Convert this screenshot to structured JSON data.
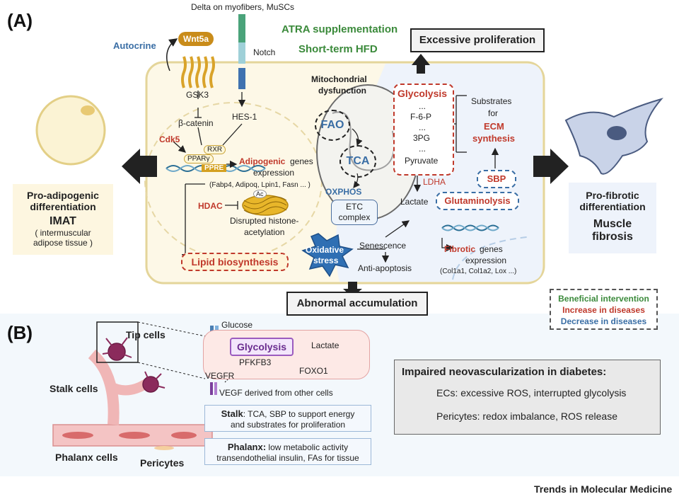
{
  "panel_a": {
    "label": "(A)",
    "top_source": "Delta on myofibers, MuSCs",
    "autocrine": "Autocrine",
    "wnt5a": "Wnt5a",
    "notch": "Notch",
    "atra": "ATRA supplementation",
    "short_hfd": "Short-term HFD",
    "excessive_proliferation": "Excessive proliferation",
    "gsk3": "GSK3",
    "beta_catenin": "β-catenin",
    "hes1": "HES-1",
    "cdk5": "Cdk5",
    "rxr": "RXR",
    "ppar": "PPARγ",
    "ppre": "PPRE",
    "adipogenic": "Adipogenic",
    "genes_1": "genes",
    "expression_1": "expression",
    "adipo_genes_list": "(Fabp4, Adipoq, Lpin1, Fasn ... )",
    "hdac": "HDAC",
    "ac": "Ac",
    "disrupted": "Disrupted histone-",
    "acetylation": "acetylation",
    "lipid": "Lipid biosynthesis",
    "mito_1": "Mitochondrial",
    "mito_2": "dysfunction",
    "fao": "FAO",
    "tca": "TCA",
    "oxphos": "OXPHOS",
    "etc_1": "ETC",
    "etc_2": "complex",
    "oxidative_1": "Oxidative",
    "oxidative_2": "stress",
    "senescence": "Senescence",
    "anti_apoptosis": "Anti-apoptosis",
    "glycolysis": "Glycolysis",
    "dots_1": "...",
    "f6p": "F-6-P",
    "dots_2": "...",
    "pg3": "3PG",
    "dots_3": "...",
    "pyruvate": "Pyruvate",
    "ldha": "LDHA",
    "lactate": "Lactate",
    "substrates_1": "Substrates",
    "substrates_2": "for",
    "ecm_1": "ECM",
    "ecm_2": "synthesis",
    "sbp": "SBP",
    "glutaminolysis": "Glutaminolysis",
    "fibrotic": "Fibrotic",
    "genes_2": "genes",
    "expression_2": "expression",
    "fibro_genes_list": "(Col1a1, Col1a2, Lox ...)",
    "abnormal": "Abnormal accumulation",
    "left_1": "Pro-adipogenic",
    "left_2": "differentiation",
    "imat": "IMAT",
    "imat_sub_1": "( intermuscular",
    "imat_sub_2": "adipose tissue )",
    "right_1": "Pro-fibrotic",
    "right_2": "differentiation",
    "right_3": "Muscle",
    "right_4": "fibrosis",
    "legend_beneficial": "Beneficial intervention",
    "legend_increase": "Increase in diseases",
    "legend_decrease": "Decrease in diseases"
  },
  "panel_b": {
    "label": "(B)",
    "tip_cells": "Tip cells",
    "stalk_cells": "Stalk cells",
    "phalanx_cells": "Phalanx cells",
    "pericytes": "Pericytes",
    "glucose": "Glucose",
    "glycolysis": "Glycolysis",
    "lactate": "Lactate",
    "pfkfb3": "PFKFB3",
    "vegfr": "VEGFR",
    "foxo1": "FOXO1",
    "vegf": "VEGF derived from other cells",
    "stalk_bold": "Stalk",
    "stalk_text_1": ": TCA, SBP to support energy",
    "stalk_text_2": "and substrates for proliferation",
    "phalanx_bold": "Phalanx:",
    "phalanx_text_1": " low metabolic activity",
    "phalanx_text_2": "transendothelial insulin, FAs for tissue",
    "impaired_title": "Impaired neovascularization in diabetes:",
    "ecs_text": "ECs: excessive ROS, interrupted glycolysis",
    "pericytes_text": "Pericytes: redox imbalance, ROS release"
  },
  "footer": "Trends in Molecular Medicine",
  "colors": {
    "red": "#c0392b",
    "blue": "#3a6ea5",
    "green": "#3b8a3b"
  }
}
